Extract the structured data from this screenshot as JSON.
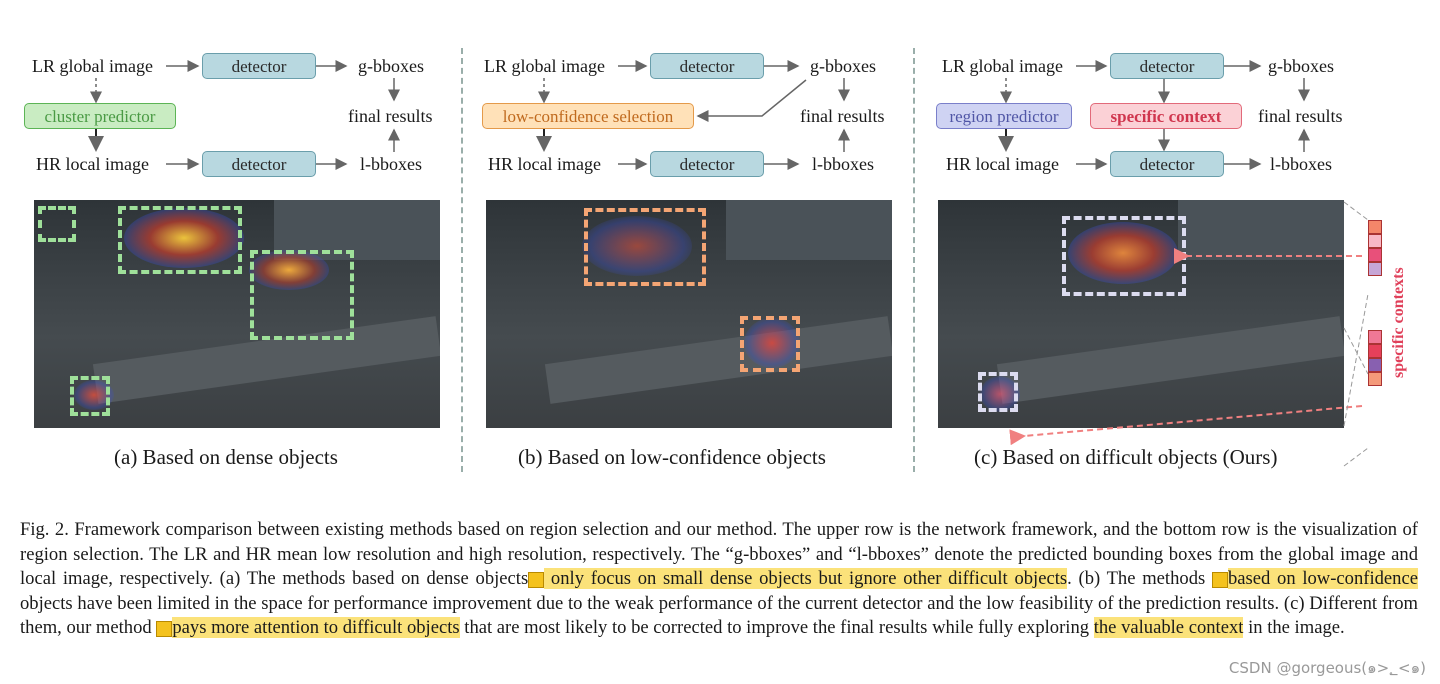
{
  "panel_a": {
    "lr_label": "LR global image",
    "detector1": "detector",
    "g_bboxes": "g-bboxes",
    "predictor": "cluster predictor",
    "final": "final results",
    "hr_label": "HR local image",
    "detector2": "detector",
    "l_bboxes": "l-bboxes",
    "caption": "(a) Based on dense objects"
  },
  "panel_b": {
    "lr_label": "LR global image",
    "detector1": "detector",
    "g_bboxes": "g-bboxes",
    "predictor": "low-confidence selection",
    "final": "final results",
    "hr_label": "HR local image",
    "detector2": "detector",
    "l_bboxes": "l-bboxes",
    "caption": "(b) Based on  low-confidence objects"
  },
  "panel_c": {
    "lr_label": "LR global image",
    "detector1": "detector",
    "g_bboxes": "g-bboxes",
    "predictor": "region predictor",
    "context": "specific context",
    "final": "final results",
    "hr_label": "HR local image",
    "detector2": "detector",
    "l_bboxes": "l-bboxes",
    "side_label": "specific contexts",
    "caption": "(c) Based on difficult objects (Ours)"
  },
  "figure_caption": {
    "p1": "Fig. 2.  Framework comparison between existing methods based on region selection and our method. The upper row is the network framework, and the bottom row is the visualization of region selection. The LR and HR mean low resolution and high resolution, respectively. The “g-bboxes” and “l-bboxes” denote the predicted bounding boxes from the global image and local image, respectively. (a) The methods based on dense objects",
    "h1": " only focus on small dense objects but ignore other difficult objects",
    "p2": ". (b) The methods ",
    "h2": "based on low-confidence",
    "p3": " objects have been limited in the space for performance improvement due to the weak performance of the current detector and the low feasibility of the prediction results. (c) Different from them, our method ",
    "h3": "pays more attention to difficult objects",
    "p4": " that are most likely to be corrected to improve the final results while fully exploring ",
    "h4": "the valuable context",
    "p5": " in the image."
  },
  "watermark": "CSDN @gorgeous(๑>؂<๑)",
  "colors": {
    "detector": "#b8d8e0",
    "cluster_predictor": "#c9ecc2",
    "low_confidence": "#ffe1b8",
    "region_predictor": "#cfd3f3",
    "specific_context": "#fbd1d6",
    "highlight": "#fbe27a",
    "selection_green": "#9fe09a",
    "selection_orange": "#f4a574",
    "selection_white": "#dcdcf0"
  }
}
